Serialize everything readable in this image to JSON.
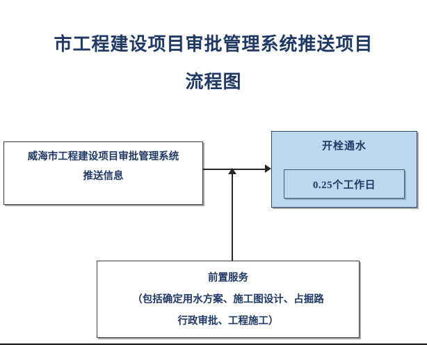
{
  "title": {
    "line1": "市工程建设项目审批管理系统推送项目",
    "line2": "流程图"
  },
  "colors": {
    "text_navy": "#1f3864",
    "box_fill_blue": "#bdd7ee",
    "box_border": "#3b3b3b",
    "connector": "#262626"
  },
  "nodes": {
    "source": {
      "line1": "威海市工程建设项目审批管理系统",
      "line2": "推送信息"
    },
    "result": {
      "header": "开栓通水",
      "duration": "0.25个工作日"
    },
    "preservice": {
      "line1": "前置服务",
      "line2": "（包括确定用水方案、施工图设计、占掘路",
      "line3": "行政审批、工程施工）"
    }
  },
  "connectors": {
    "source_to_result": "arrow-right",
    "preservice_to_flow": "arrow-up"
  }
}
